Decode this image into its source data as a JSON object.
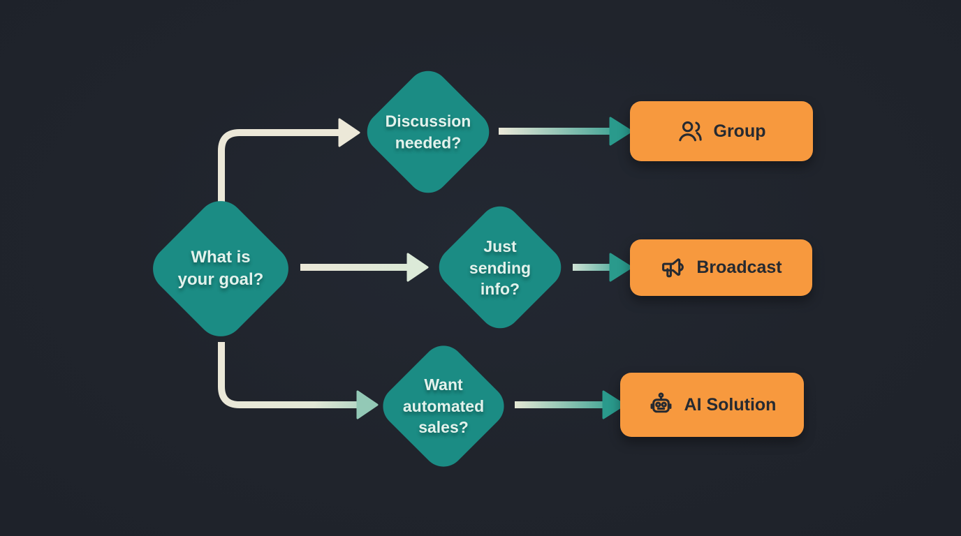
{
  "flowchart": {
    "root": {
      "question": "What is\nyour goal?"
    },
    "branches": [
      {
        "question": "Discussion\nneeded?",
        "result": {
          "label": "Group",
          "icon": "users-icon"
        }
      },
      {
        "question": "Just\nsending\ninfo?",
        "result": {
          "label": "Broadcast",
          "icon": "megaphone-icon"
        }
      },
      {
        "question": "Want\nautomated\nsales?",
        "result": {
          "label": "AI Solution",
          "icon": "robot-icon"
        }
      }
    ]
  },
  "colors": {
    "background": "#20242c",
    "diamond_fill": "#1b8c84",
    "diamond_text": "#e3f2ec",
    "result_fill": "#f7993e",
    "result_text": "#262a31",
    "arrow_cream": "#ece8d8",
    "arrow_teal": "#2a9a8c"
  }
}
